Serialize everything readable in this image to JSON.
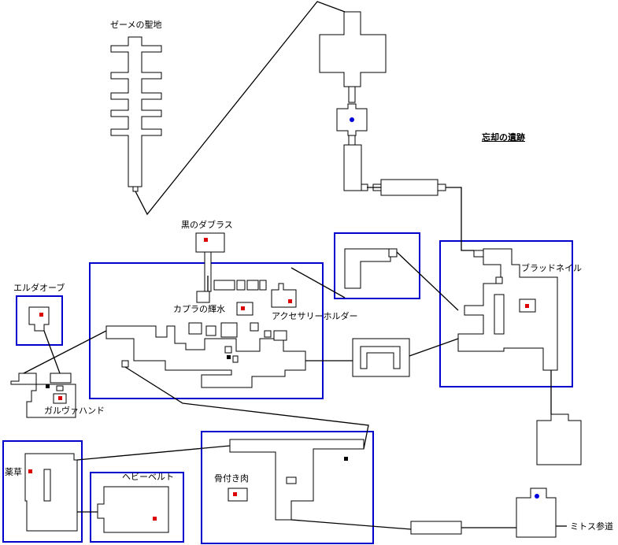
{
  "map": {
    "title": "忘却の遺跡",
    "labels": {
      "zeme": "ゼーメの聖地",
      "kuro": "黒のダブラス",
      "kapura": "カプラの輝水",
      "accessory": "アクセサリーホルダー",
      "blood": "ブラッドネイル",
      "elda": "エルダオーブ",
      "galva": "ガルヴァハンド",
      "yakusou": "薬草",
      "heavy": "ヘビーベルト",
      "hone": "骨付き肉",
      "mitos": "ミトス参道"
    },
    "colors": {
      "wall": "#000000",
      "area_border": "#0000cc",
      "treasure": "#dd0000",
      "warp": "#0000dd",
      "background": "#ffffff"
    }
  }
}
